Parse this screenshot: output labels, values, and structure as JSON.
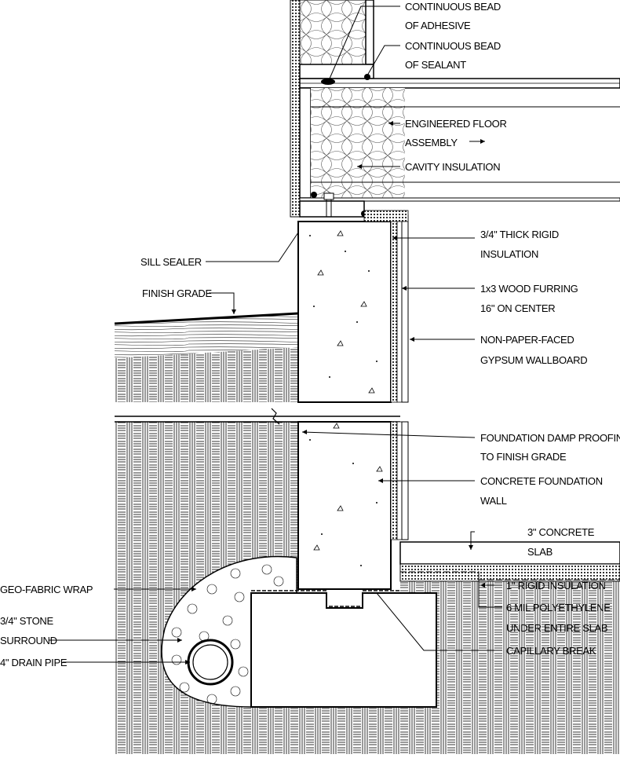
{
  "labels": {
    "adhesive_1": "CONTINUOUS BEAD",
    "adhesive_2": "OF ADHESIVE",
    "sealant_1": "CONTINUOUS BEAD",
    "sealant_2": "OF SEALANT",
    "floor_1": "ENGINEERED FLOOR",
    "floor_2": "ASSEMBLY",
    "cavity": "CAVITY INSULATION",
    "rigid_1": "3/4\" THICK RIGID",
    "rigid_2": "INSULATION",
    "sill": "SILL SEALER",
    "furring_1": "1x3 WOOD FURRING",
    "furring_2": "16\" ON CENTER",
    "finish_grade": "FINISH GRADE",
    "gypsum_1": "NON-PAPER-FACED",
    "gypsum_2": "GYPSUM WALLBOARD",
    "damp_1": "FOUNDATION DAMP PROOFING",
    "damp_2": "TO FINISH GRADE",
    "wall_1": "CONCRETE FOUNDATION",
    "wall_2": "WALL",
    "slab_1": "3\" CONCRETE",
    "slab_2": "SLAB",
    "rigid_ins": "1\" RIGID INSULATION",
    "geo": "GEO-FABRIC WRAP",
    "poly_1": "6 MIL POLYETHYLENE",
    "poly_2": "UNDER ENTIRE SLAB",
    "stone_1": "3/4\" STONE",
    "stone_2": "SURROUND",
    "capillary": "CAPILLARY BREAK",
    "drain": "4\" DRAIN PIPE"
  }
}
